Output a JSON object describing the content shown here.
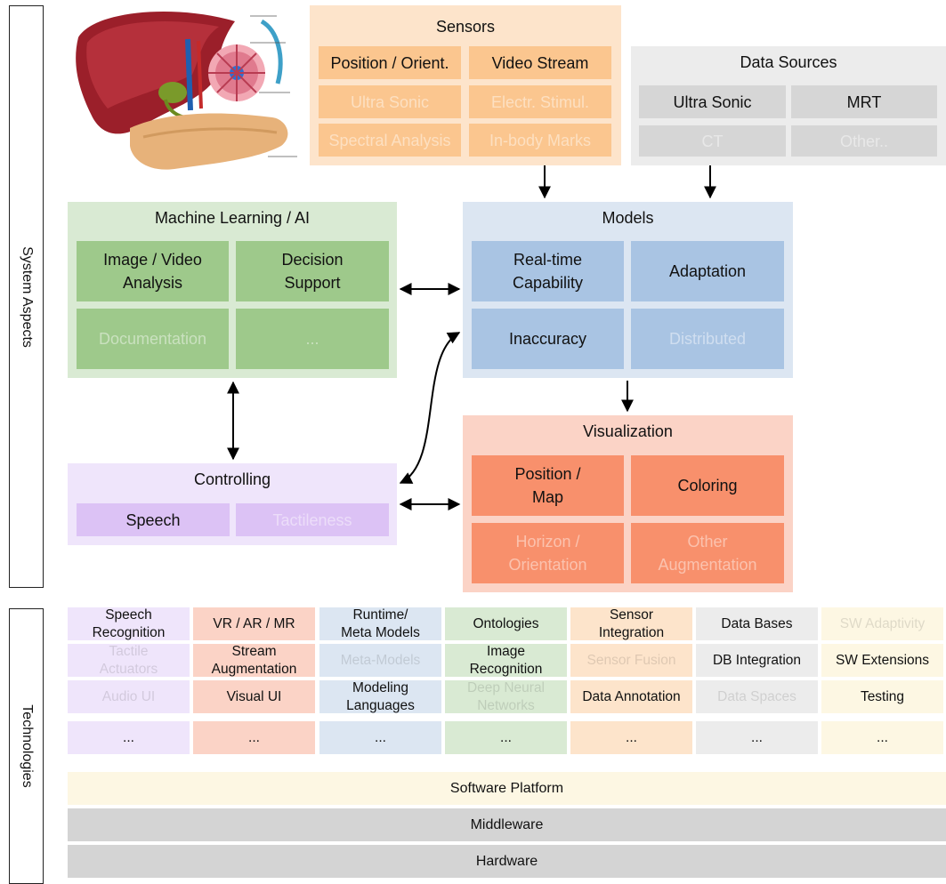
{
  "side_labels": {
    "system": "System Aspects",
    "technologies": "Technologies"
  },
  "sensors": {
    "title": "Sensors",
    "items": [
      "Position / Orient.",
      "Video Stream",
      "Ultra Sonic",
      "Electr. Stimul.",
      "Spectral Analysis",
      "In-body Marks"
    ]
  },
  "data_sources": {
    "title": "Data Sources",
    "items": [
      "Ultra Sonic",
      "MRT",
      "CT",
      "Other.."
    ]
  },
  "ml": {
    "title": "Machine Learning / AI",
    "items": [
      "Image / Video\nAnalysis",
      "Decision\nSupport",
      "Documentation",
      "..."
    ]
  },
  "models": {
    "title": "Models",
    "items": [
      "Real-time\nCapability",
      "Adaptation",
      "Inaccuracy",
      "Distributed"
    ]
  },
  "controlling": {
    "title": "Controlling",
    "items": [
      "Speech",
      "Tactileness"
    ]
  },
  "visualization": {
    "title": "Visualization",
    "items": [
      "Position /\nMap",
      "Coloring",
      "Horizon /\nOrientation",
      "Other\nAugmentation"
    ]
  },
  "technologies": {
    "columns": [
      [
        "Speech\nRecognition",
        "Tactile\nActuators",
        "Audio UI",
        "..."
      ],
      [
        "VR / AR / MR",
        "Stream\nAugmentation",
        "Visual UI",
        "..."
      ],
      [
        "Runtime/\nMeta Models",
        "Meta-Models",
        "Modeling\nLanguages",
        "..."
      ],
      [
        "Ontologies",
        "Image\nRecognition",
        "Deep Neural\nNetworks",
        "..."
      ],
      [
        "Sensor\nIntegration",
        "Sensor Fusion",
        "Data Annotation",
        "..."
      ],
      [
        "Data Bases",
        "DB Integration",
        "Data Spaces",
        "..."
      ],
      [
        "SW Adaptivity",
        "SW Extensions",
        "Testing",
        "..."
      ]
    ]
  },
  "platform_layers": [
    "Software Platform",
    "Middleware",
    "Hardware"
  ],
  "colors": {
    "sensors_bg": "#fde4cb",
    "sensors_cell": "#fbc68f",
    "ds_bg": "#ececec",
    "ds_cell": "#d6d6d6",
    "ml_bg": "#d9ead3",
    "ml_cell": "#9ec98b",
    "models_bg": "#dce6f2",
    "models_cell": "#a9c4e3",
    "ctrl_bg": "#efe5fb",
    "ctrl_cell": "#dcc2f5",
    "vis_bg": "#fbd3c6",
    "vis_cell": "#f8906c"
  }
}
